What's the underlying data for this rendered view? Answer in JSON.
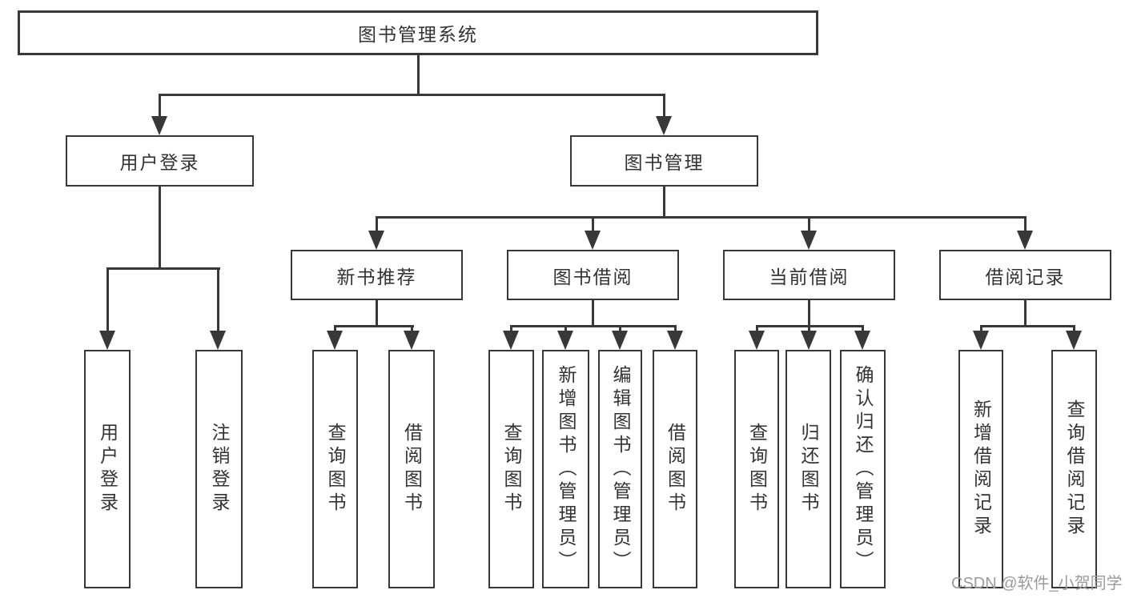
{
  "diagram": {
    "title": "图书管理系统",
    "level2": [
      "用户登录",
      "图书管理"
    ],
    "level3": [
      "新书推荐",
      "图书借阅",
      "当前借阅",
      "借阅记录"
    ],
    "leaves": {
      "user_login": [
        "用户登录",
        "注销登录"
      ],
      "new_book_recommend": [
        "查询图书",
        "借阅图书"
      ],
      "book_borrow": [
        "查询图书",
        "新增图书（管理员）",
        "编辑图书（管理员）",
        "借阅图书"
      ],
      "current_borrow": [
        "查询图书",
        "归还图书",
        "确认归还（管理员）"
      ],
      "borrow_records": [
        "新增借阅记录",
        "查询借阅记录"
      ]
    }
  },
  "watermark": "CSDN @软件_小贺同学",
  "colors": {
    "line": "#383838",
    "text": "#333333",
    "watermark": "#9b9b9b",
    "background": "#ffffff"
  }
}
